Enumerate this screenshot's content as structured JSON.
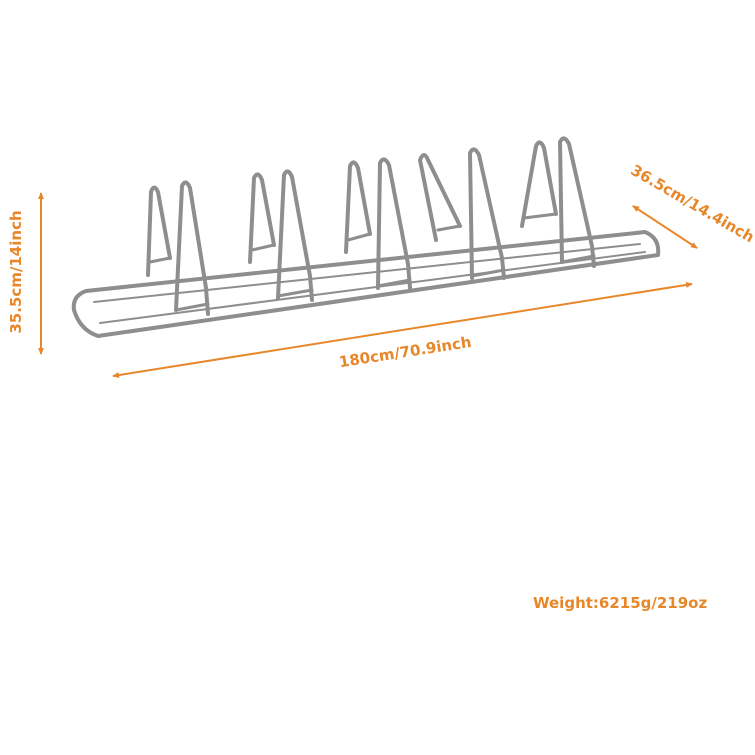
{
  "colors": {
    "accent": "#e8872a",
    "rack": "#8e8e8e",
    "background": "#ffffff"
  },
  "dimensions": {
    "length": "180cm/70.9inch",
    "width": "36.5cm/14.4inch",
    "height": "35.5cm/14inch"
  },
  "weight": "Weight:6215g/219oz"
}
